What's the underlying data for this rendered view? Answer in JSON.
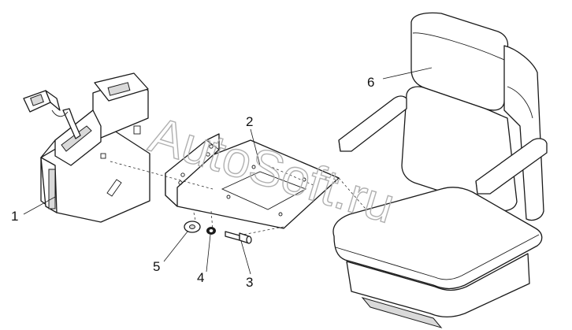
{
  "watermark": "AutoSoft.ru",
  "callouts": {
    "c1": "1",
    "c2": "2",
    "c3": "3",
    "c4": "4",
    "c5": "5",
    "c6": "6"
  }
}
